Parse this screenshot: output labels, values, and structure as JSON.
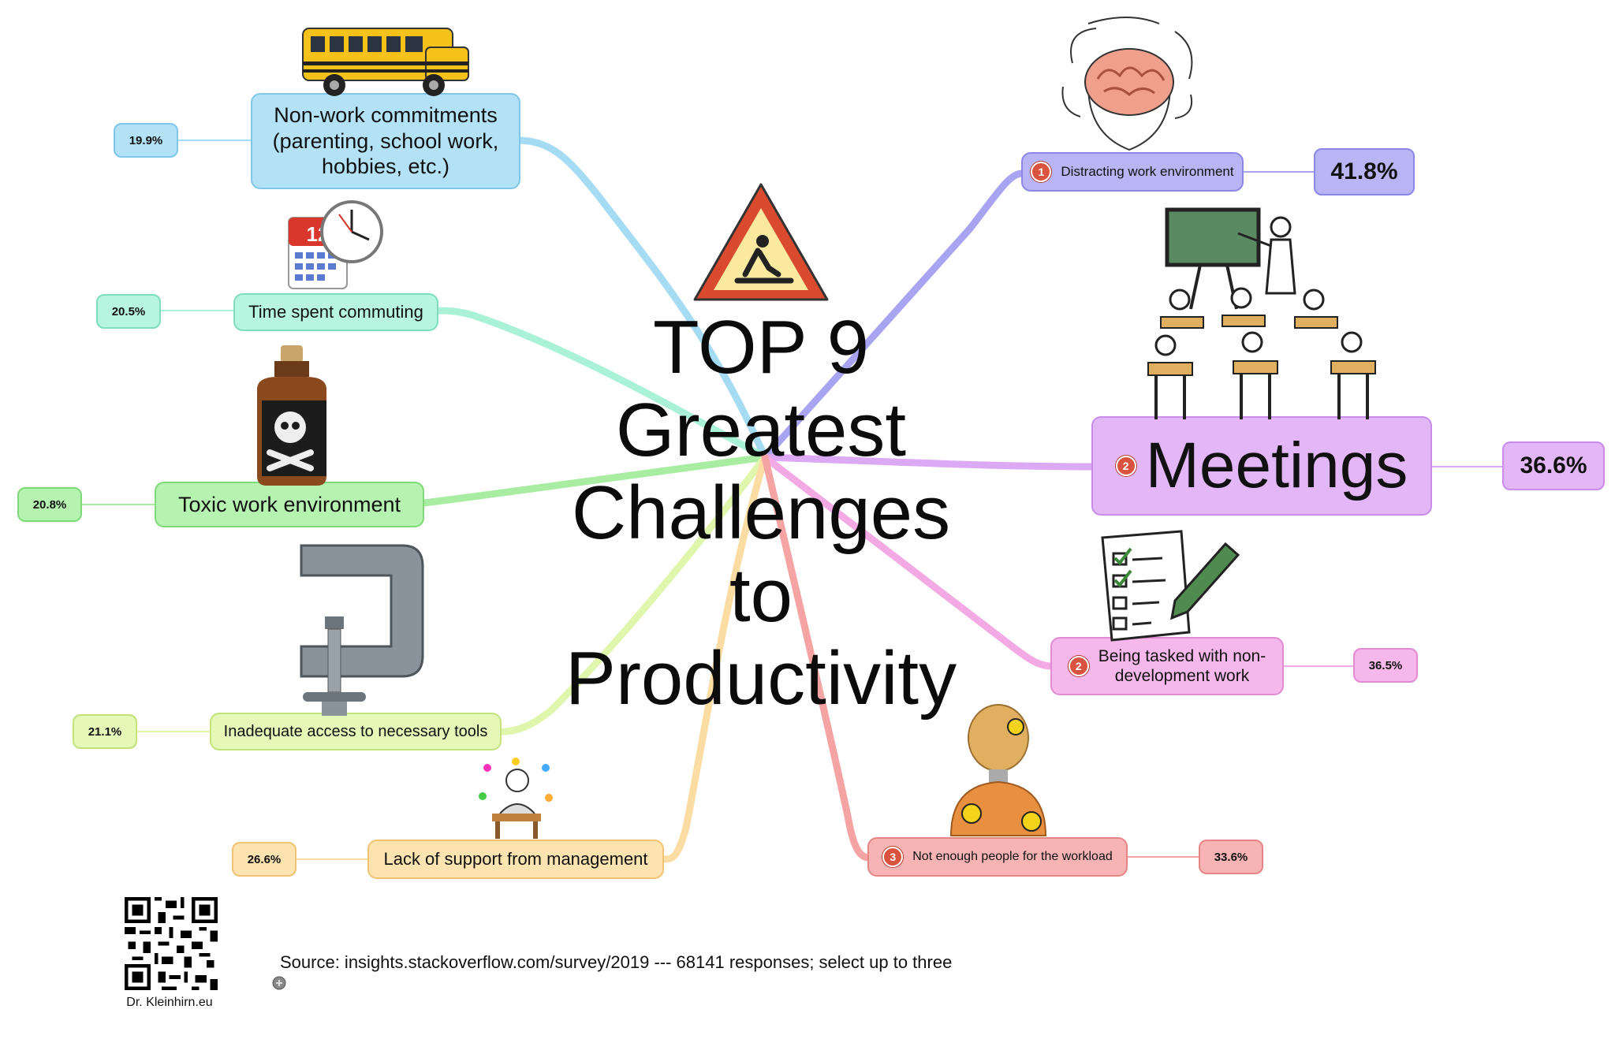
{
  "title": "TOP 9\nGreatest\nChallenges\nto\nProductivity",
  "branches": [
    {
      "id": "non-work",
      "label": "Non-work commitments\n(parenting, school work,\nhobbies, etc.)",
      "percent": "19.9%",
      "color": "#b3e2f7",
      "border": "#7fc7e8",
      "link": "#a6dcf3",
      "icon": "school-bus-icon"
    },
    {
      "id": "commuting",
      "label": "Time spent commuting",
      "percent": "20.5%",
      "color": "#b7f5e0",
      "border": "#7fdcbd",
      "link": "#a9f2d8",
      "icon": "calendar-clock-icon"
    },
    {
      "id": "toxic",
      "label": "Toxic work environment",
      "percent": "20.8%",
      "color": "#b6f2b0",
      "border": "#7fd978",
      "link": "#a9eda3",
      "icon": "poison-bottle-icon"
    },
    {
      "id": "tools",
      "label": "Inadequate access to necessary tools",
      "percent": "21.1%",
      "color": "#e6f8b8",
      "border": "#c3e27a",
      "link": "#e0f6ad",
      "icon": "clamp-icon"
    },
    {
      "id": "support",
      "label": "Lack of support from management",
      "percent": "26.6%",
      "color": "#fde3b0",
      "border": "#f2c274",
      "link": "#fbdca3",
      "icon": "busy-worker-icon"
    },
    {
      "id": "distracting",
      "label": "Distracting work environment",
      "percent": "41.8%",
      "rank": "1",
      "color": "#b9b5f5",
      "border": "#8c86e6",
      "link": "#a9a4f2",
      "icon": "brain-icon"
    },
    {
      "id": "meetings",
      "label": "Meetings",
      "percent": "36.6%",
      "rank": "2",
      "color": "#e3b7f7",
      "border": "#c98ce8",
      "link": "#dcaaf4",
      "icon": "classroom-icon"
    },
    {
      "id": "non-dev",
      "label": "Being tasked with non-\ndevelopment work",
      "percent": "36.5%",
      "rank": "2",
      "color": "#f6b8ea",
      "border": "#e28bd2",
      "link": "#f3a9e4",
      "icon": "checklist-pencil-icon"
    },
    {
      "id": "people",
      "label": "Not enough people for the workload",
      "percent": "33.6%",
      "rank": "3",
      "color": "#f8b4b4",
      "border": "#e68585",
      "link": "#f5a3a3",
      "icon": "crash-dummy-icon"
    }
  ],
  "source": "Source: insights.stackoverflow.com/survey/2019  --- 68141 responses; select up to three",
  "credit": "Dr. Kleinhirn.eu"
}
